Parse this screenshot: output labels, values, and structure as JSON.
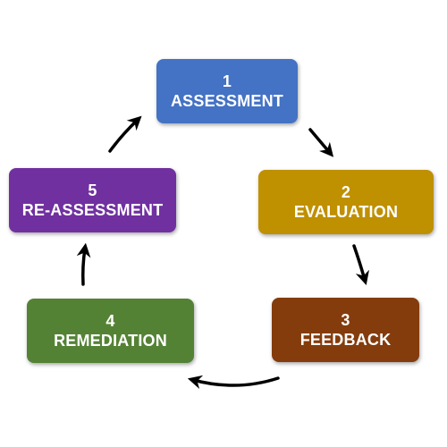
{
  "colors": {
    "assessment": "#4472c4",
    "evaluation": "#bf9000",
    "feedback": "#843c0c",
    "remediation": "#548235",
    "reassessment": "#7030a0",
    "arrow": "#000000"
  },
  "steps": [
    {
      "num": "1",
      "label": "ASSESSMENT"
    },
    {
      "num": "2",
      "label": "EVALUATION"
    },
    {
      "num": "3",
      "label": "FEEDBACK"
    },
    {
      "num": "4",
      "label": "REMEDIATION"
    },
    {
      "num": "5",
      "label": "RE-ASSESSMENT"
    }
  ]
}
